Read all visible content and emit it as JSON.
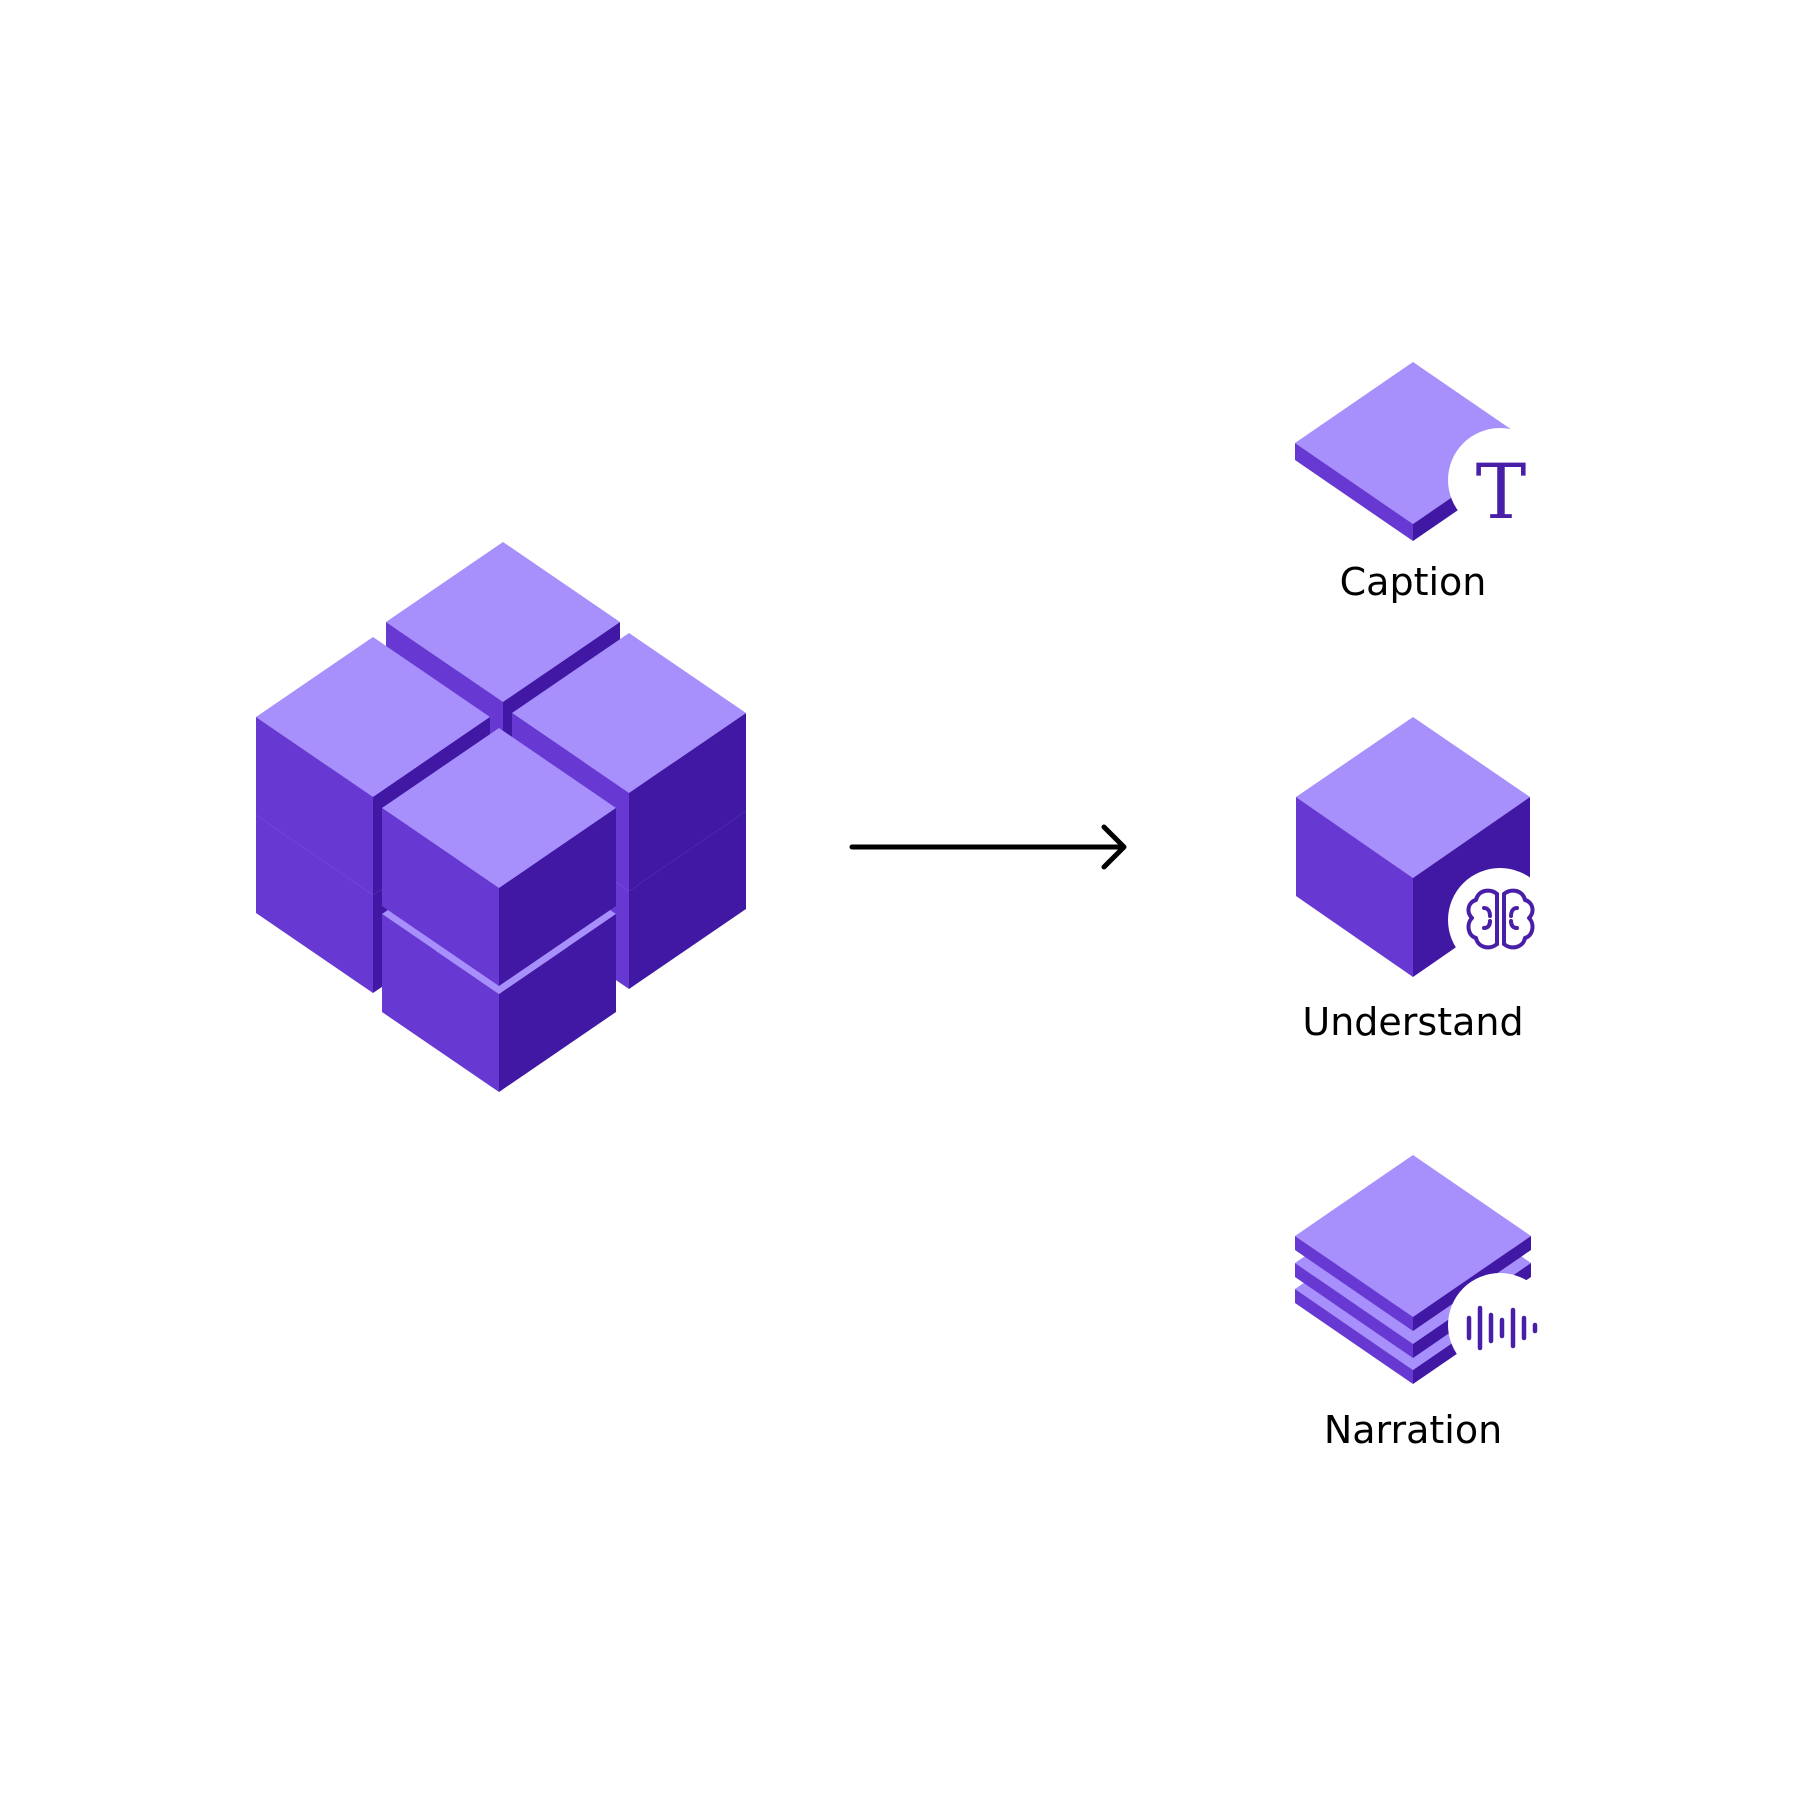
{
  "colors": {
    "top": "#a78ffc",
    "left": "#6739d2",
    "right": "#4118a3",
    "icon": "#4a1fa8",
    "arrow": "#000000",
    "background": "#ffffff"
  },
  "outputs": [
    {
      "label": "Caption",
      "icon": "serif-t-icon"
    },
    {
      "label": "Understand",
      "icon": "brain-icon"
    },
    {
      "label": "Narration",
      "icon": "audio-waveform-icon"
    }
  ],
  "icons": {
    "caption_glyph": "T"
  }
}
